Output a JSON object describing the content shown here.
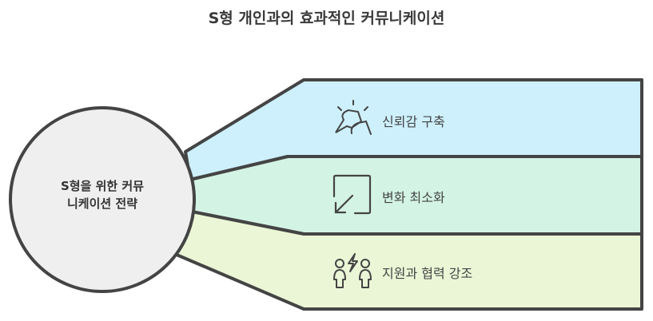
{
  "title": "S형 개인과의 효과적인 커뮤니케이션",
  "center": {
    "line1": "S형을 위한 커뮤",
    "line2": "니케이션 전략"
  },
  "items": [
    {
      "label": "신뢰감 구축",
      "icon": "handshake-icon",
      "color": "#cdf0fc"
    },
    {
      "label": "변화 최소화",
      "icon": "arrow-down-left-icon",
      "color": "#d3f3e5"
    },
    {
      "label": "지원과 협력 강조",
      "icon": "people-collaboration-icon",
      "color": "#eaf6d6"
    }
  ],
  "colors": {
    "stroke": "#444444",
    "circle": "#efefef"
  }
}
